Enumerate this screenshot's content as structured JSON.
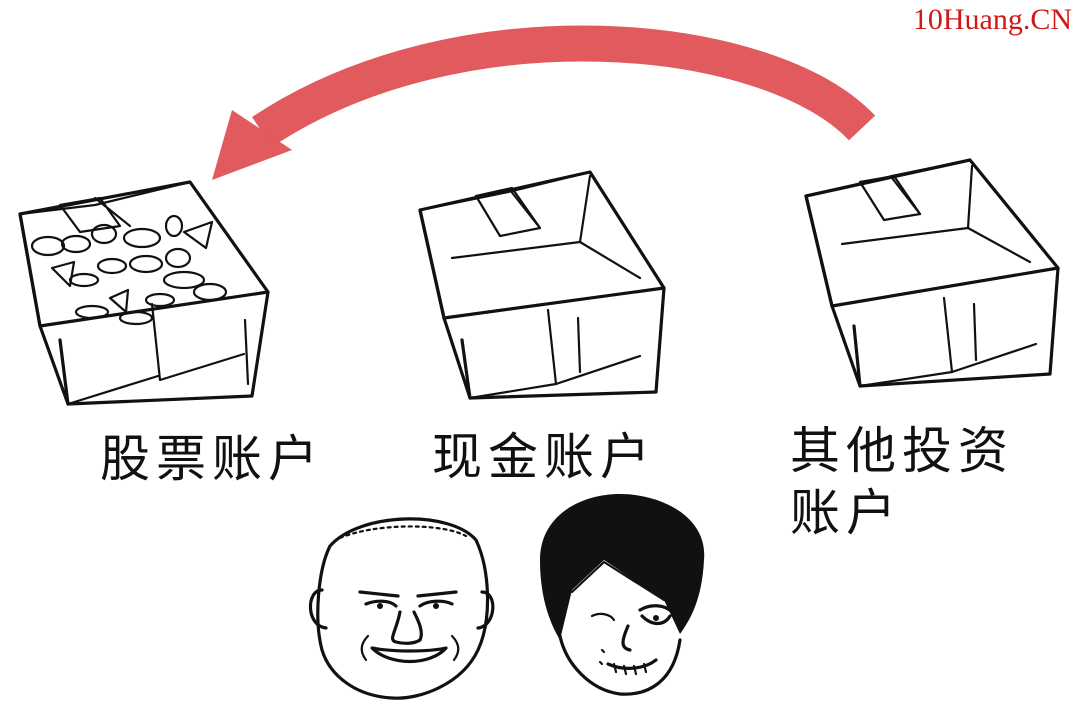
{
  "watermark": "10Huang.CN",
  "labels": {
    "stock_account": "股票账户",
    "cash_account": "现金账户",
    "other_account": "其他投资\n账户"
  },
  "colors": {
    "arrow": "#e05a5e",
    "watermark": "#d01818",
    "ink": "#111111"
  },
  "icons": {
    "arrow": "curved-arrow-left",
    "boxes": [
      "box-filled-with-coins",
      "empty-box",
      "empty-box"
    ],
    "faces": [
      "bald-man-face",
      "long-hair-man-face"
    ]
  }
}
